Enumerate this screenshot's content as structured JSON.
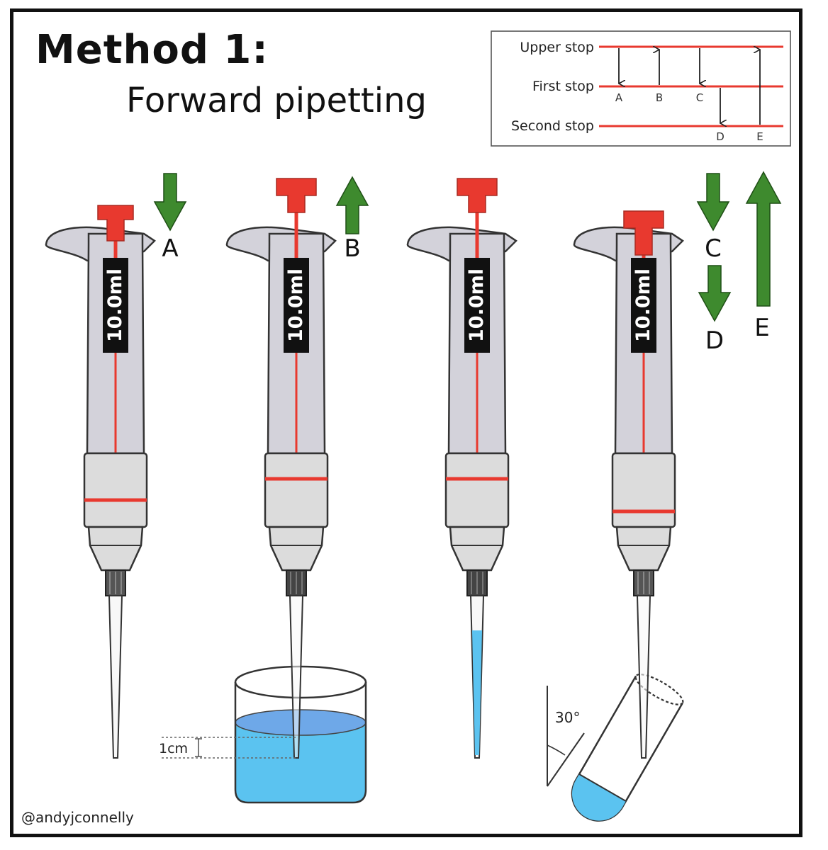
{
  "header": {
    "title": "Method 1:",
    "subtitle": "Forward pipetting"
  },
  "legend": {
    "upper_stop": "Upper stop",
    "first_stop": "First stop",
    "second_stop": "Second stop",
    "steps": [
      "A",
      "B",
      "C",
      "D",
      "E"
    ]
  },
  "pipettes": [
    {
      "volume": "10.0ml"
    },
    {
      "volume": "10.0ml"
    },
    {
      "volume": "10.0ml"
    },
    {
      "volume": "10.0ml"
    }
  ],
  "step_labels": {
    "a": "A",
    "b": "B",
    "c": "C",
    "d": "D",
    "e": "E"
  },
  "annotations": {
    "depth": "1cm",
    "angle": "30°"
  },
  "credit": "@andyjconnelly",
  "colors": {
    "plunger_red": "#e8392f",
    "arrow_green": "#3e8a2e",
    "body_grey": "#d3d2da",
    "liquid_blue": "#5bc3f0"
  }
}
